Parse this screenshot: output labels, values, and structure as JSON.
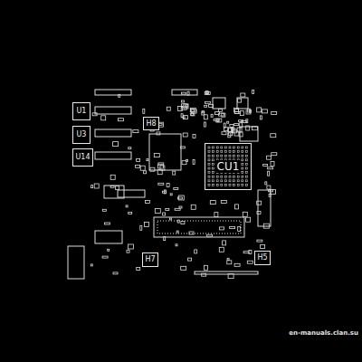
{
  "diagram": {
    "nodes": [
      {
        "text": [
          "U1"
        ]
      },
      {
        "text": [
          "U3"
        ]
      },
      {
        "text": [
          "U14"
        ]
      },
      {
        "text": [
          "H8"
        ]
      },
      {
        "text": [
          "CU1"
        ]
      },
      {
        "text": [
          "H7"
        ]
      },
      {
        "text": [
          "H5"
        ]
      }
    ],
    "labels": [
      "en-manuals.clan.su"
    ]
  }
}
